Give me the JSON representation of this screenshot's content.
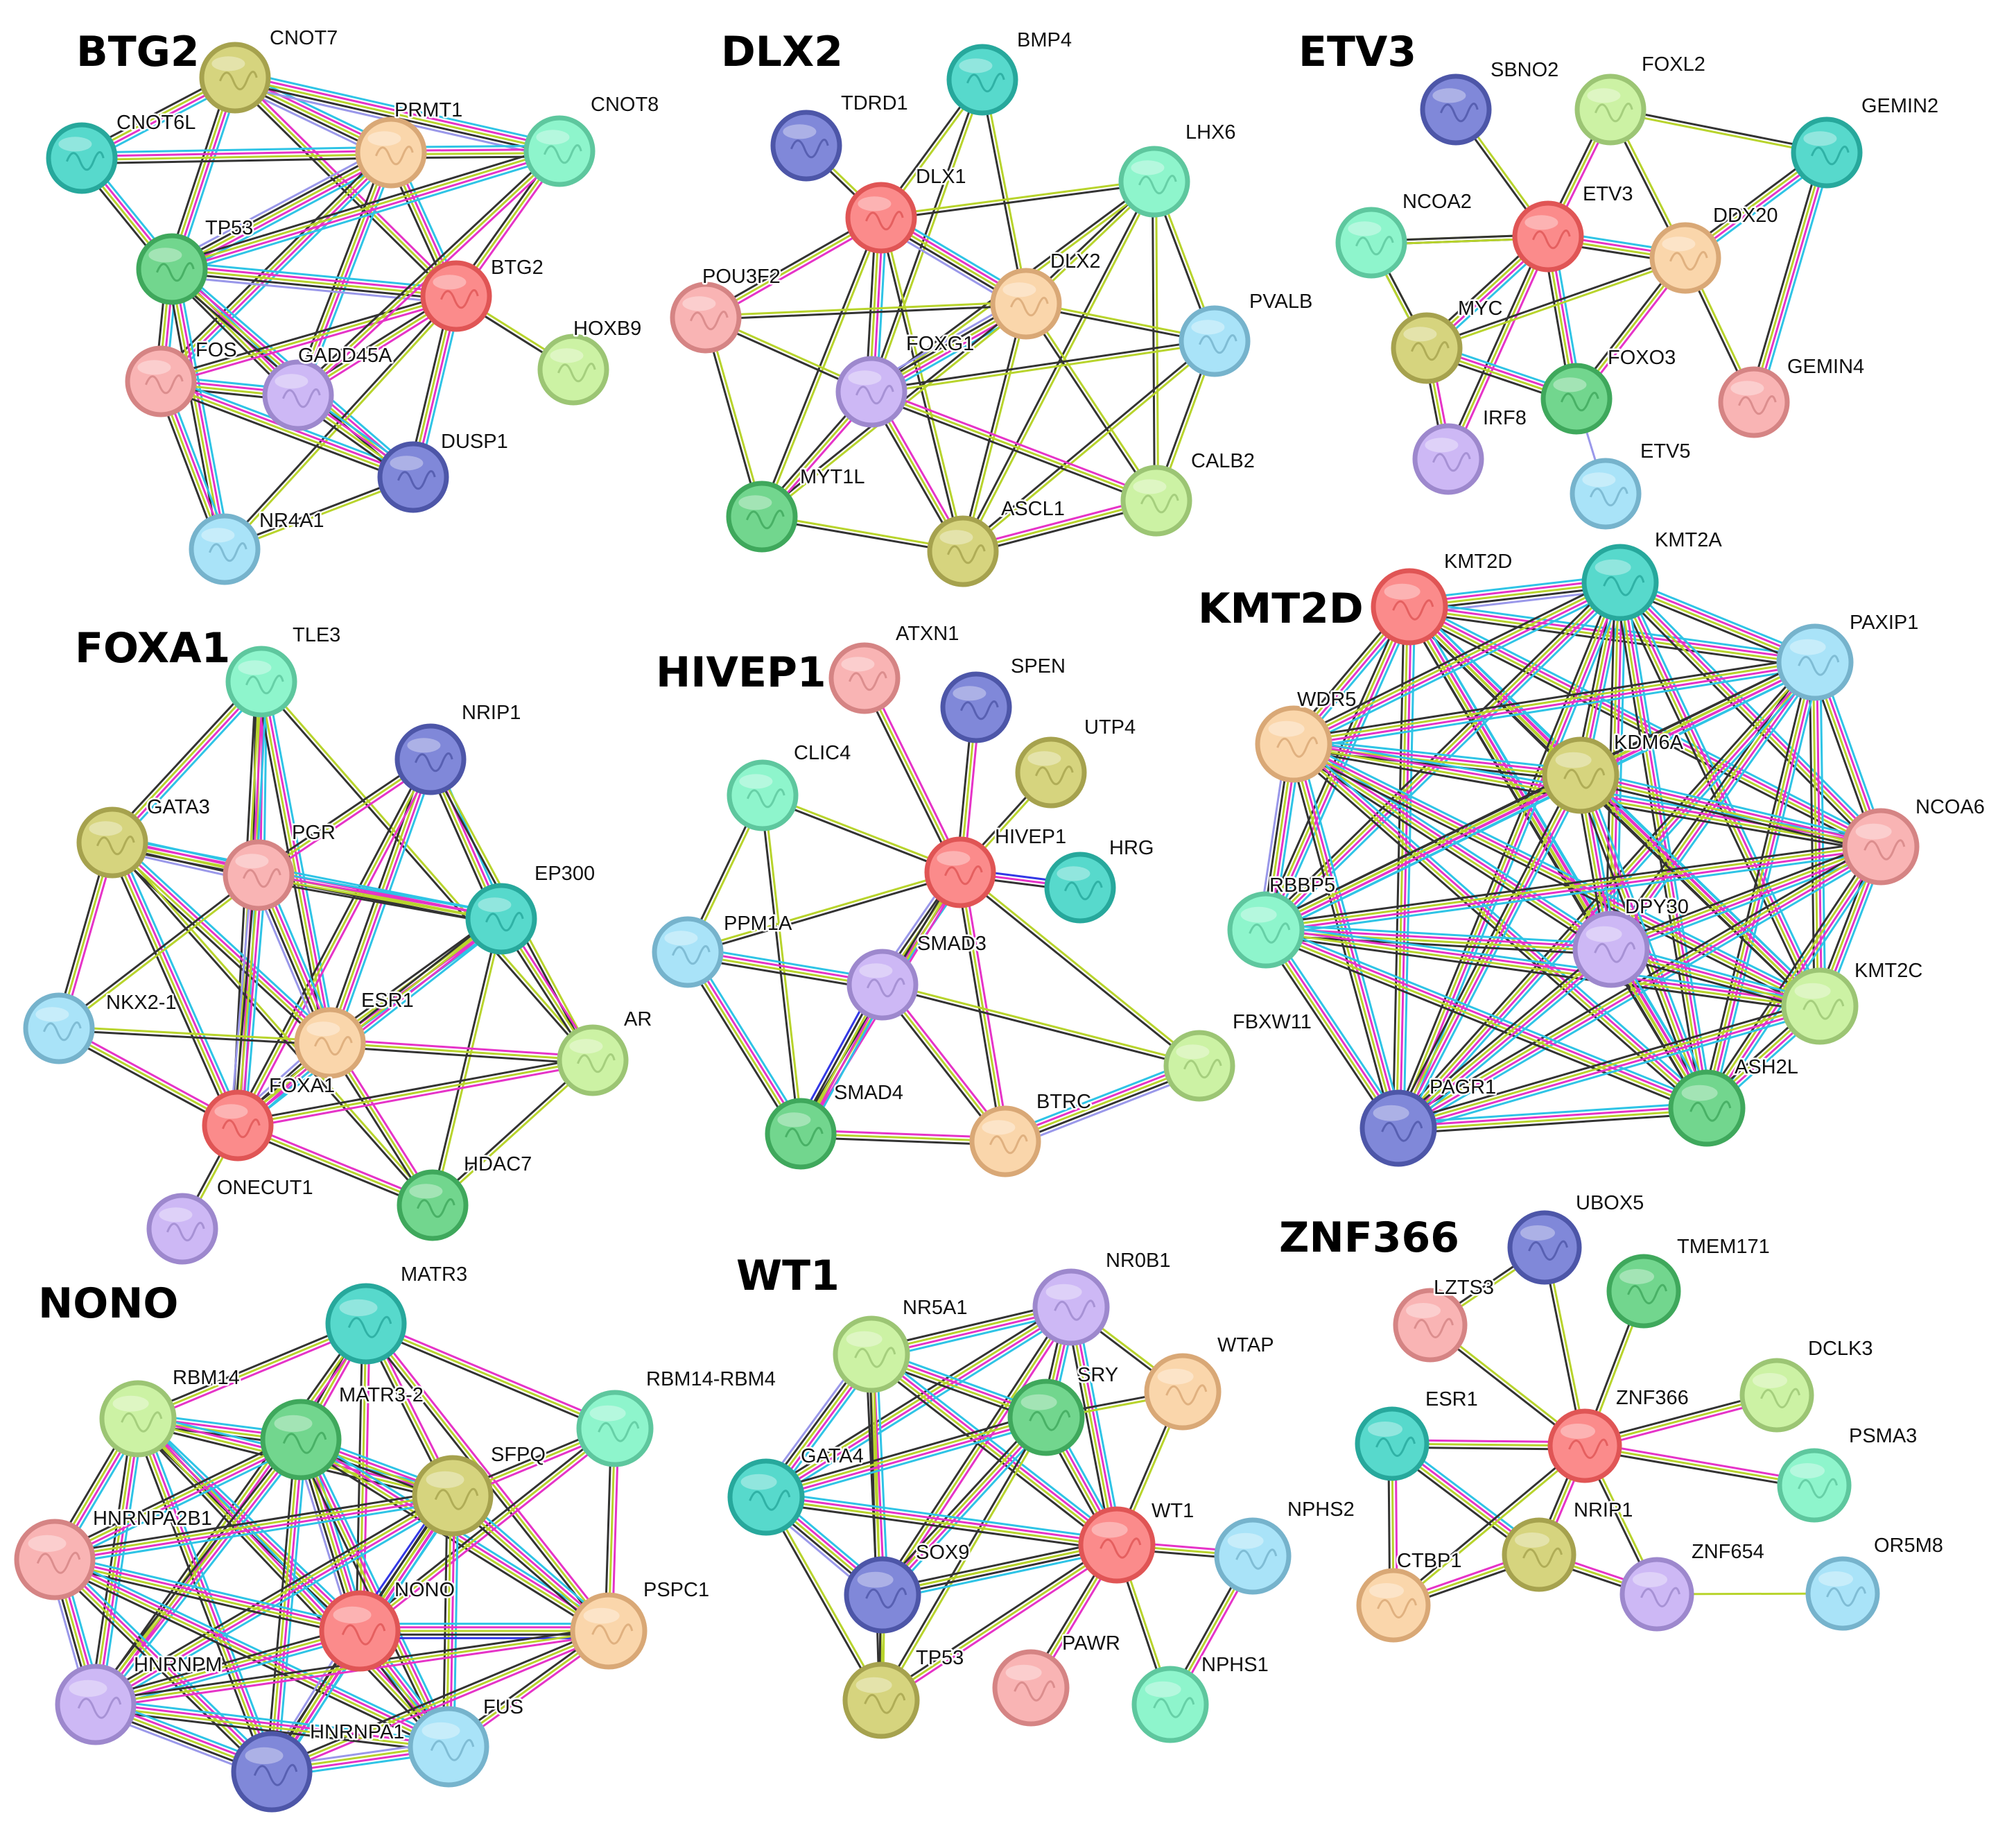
{
  "edge_palette": {
    "cyan": "#2ec4e6",
    "magenta": "#e633c8",
    "olive": "#b8d42c",
    "dark": "#333333",
    "blue": "#3338e6",
    "lavender": "#9a98ea"
  },
  "node_colors": {
    "red": {
      "fill": "#fb8b8b",
      "stroke": "#e05555"
    },
    "olive": {
      "fill": "#d6d47e",
      "stroke": "#a6a24e"
    },
    "teal": {
      "fill": "#57d9cc",
      "stroke": "#27a89c"
    },
    "peach": {
      "fill": "#fad6ab",
      "stroke": "#d9a876"
    },
    "mint": {
      "fill": "#8ef5cc",
      "stroke": "#5ec79e"
    },
    "green": {
      "fill": "#72d68e",
      "stroke": "#3fa85c"
    },
    "pink": {
      "fill": "#f9b4b4",
      "stroke": "#d58484"
    },
    "lavender": {
      "fill": "#cdb8f5",
      "stroke": "#9d88cd"
    },
    "navy": {
      "fill": "#8088d9",
      "stroke": "#4d56a8"
    },
    "sky": {
      "fill": "#a9e3f8",
      "stroke": "#76b3cc"
    },
    "lime": {
      "fill": "#ccf2a4",
      "stroke": "#9cc574"
    }
  },
  "panels": [
    {
      "title": "BTG2",
      "nodes": [
        {
          "label": "CNOT7",
          "color": "olive"
        },
        {
          "label": "CNOT6L",
          "color": "teal"
        },
        {
          "label": "PRMT1",
          "color": "peach"
        },
        {
          "label": "CNOT8",
          "color": "mint"
        },
        {
          "label": "TP53",
          "color": "green"
        },
        {
          "label": "BTG2",
          "color": "red"
        },
        {
          "label": "HOXB9",
          "color": "lime"
        },
        {
          "label": "FOS",
          "color": "pink"
        },
        {
          "label": "GADD45A",
          "color": "lavender"
        },
        {
          "label": "DUSP1",
          "color": "navy"
        },
        {
          "label": "NR4A1",
          "color": "sky"
        }
      ]
    },
    {
      "title": "DLX2",
      "nodes": [
        {
          "label": "BMP4",
          "color": "teal"
        },
        {
          "label": "TDRD1",
          "color": "navy"
        },
        {
          "label": "DLX1",
          "color": "red"
        },
        {
          "label": "LHX6",
          "color": "mint"
        },
        {
          "label": "POU3F2",
          "color": "pink"
        },
        {
          "label": "DLX2",
          "color": "peach"
        },
        {
          "label": "PVALB",
          "color": "sky"
        },
        {
          "label": "FOXG1",
          "color": "lavender"
        },
        {
          "label": "MYT1L",
          "color": "green"
        },
        {
          "label": "ASCL1",
          "color": "olive"
        },
        {
          "label": "CALB2",
          "color": "lime"
        }
      ]
    },
    {
      "title": "ETV3",
      "nodes": [
        {
          "label": "SBNO2",
          "color": "navy"
        },
        {
          "label": "FOXL2",
          "color": "lime"
        },
        {
          "label": "GEMIN2",
          "color": "teal"
        },
        {
          "label": "NCOA2",
          "color": "mint"
        },
        {
          "label": "ETV3",
          "color": "red"
        },
        {
          "label": "DDX20",
          "color": "peach"
        },
        {
          "label": "MYC",
          "color": "olive"
        },
        {
          "label": "FOXO3",
          "color": "green"
        },
        {
          "label": "GEMIN4",
          "color": "pink"
        },
        {
          "label": "IRF8",
          "color": "lavender"
        },
        {
          "label": "ETV5",
          "color": "sky"
        }
      ]
    },
    {
      "title": "FOXA1",
      "nodes": [
        {
          "label": "TLE3",
          "color": "mint"
        },
        {
          "label": "NRIP1",
          "color": "navy"
        },
        {
          "label": "GATA3",
          "color": "olive"
        },
        {
          "label": "PGR",
          "color": "pink"
        },
        {
          "label": "EP300",
          "color": "teal"
        },
        {
          "label": "NKX2-1",
          "color": "sky"
        },
        {
          "label": "ESR1",
          "color": "peach"
        },
        {
          "label": "AR",
          "color": "lime"
        },
        {
          "label": "FOXA1",
          "color": "red"
        },
        {
          "label": "HDAC7",
          "color": "green"
        },
        {
          "label": "ONECUT1",
          "color": "lavender"
        }
      ]
    },
    {
      "title": "HIVEP1",
      "nodes": [
        {
          "label": "ATXN1",
          "color": "pink"
        },
        {
          "label": "SPEN",
          "color": "navy"
        },
        {
          "label": "UTP4",
          "color": "olive"
        },
        {
          "label": "CLIC4",
          "color": "mint"
        },
        {
          "label": "HIVEP1",
          "color": "red"
        },
        {
          "label": "HRG",
          "color": "teal"
        },
        {
          "label": "PPM1A",
          "color": "sky"
        },
        {
          "label": "SMAD3",
          "color": "lavender"
        },
        {
          "label": "FBXW11",
          "color": "lime"
        },
        {
          "label": "SMAD4",
          "color": "green"
        },
        {
          "label": "BTRC",
          "color": "peach"
        }
      ]
    },
    {
      "title": "KMT2D",
      "nodes": [
        {
          "label": "KMT2D",
          "color": "red"
        },
        {
          "label": "KMT2A",
          "color": "teal"
        },
        {
          "label": "PAXIP1",
          "color": "sky"
        },
        {
          "label": "WDR5",
          "color": "peach"
        },
        {
          "label": "KDM6A",
          "color": "olive"
        },
        {
          "label": "NCOA6",
          "color": "pink"
        },
        {
          "label": "RBBP5",
          "color": "mint"
        },
        {
          "label": "DPY30",
          "color": "lavender"
        },
        {
          "label": "KMT2C",
          "color": "lime"
        },
        {
          "label": "PAGR1",
          "color": "navy"
        },
        {
          "label": "ASH2L",
          "color": "green"
        }
      ]
    },
    {
      "title": "NONO",
      "nodes": [
        {
          "label": "MATR3",
          "color": "teal"
        },
        {
          "label": "RBM14",
          "color": "lime"
        },
        {
          "label": "MATR3-2",
          "color": "green"
        },
        {
          "label": "RBM14-RBM4",
          "color": "mint"
        },
        {
          "label": "SFPQ",
          "color": "olive"
        },
        {
          "label": "HNRNPA2B1",
          "color": "pink"
        },
        {
          "label": "NONO",
          "color": "red"
        },
        {
          "label": "PSPC1",
          "color": "peach"
        },
        {
          "label": "HNRNPM",
          "color": "lavender"
        },
        {
          "label": "FUS",
          "color": "sky"
        },
        {
          "label": "HNRNPA1",
          "color": "navy"
        }
      ]
    },
    {
      "title": "WT1",
      "nodes": [
        {
          "label": "NR0B1",
          "color": "lavender"
        },
        {
          "label": "NR5A1",
          "color": "lime"
        },
        {
          "label": "WTAP",
          "color": "peach"
        },
        {
          "label": "SRY",
          "color": "green"
        },
        {
          "label": "GATA4",
          "color": "teal"
        },
        {
          "label": "WT1",
          "color": "red"
        },
        {
          "label": "NPHS2",
          "color": "sky"
        },
        {
          "label": "SOX9",
          "color": "navy"
        },
        {
          "label": "TP53",
          "color": "olive"
        },
        {
          "label": "PAWR",
          "color": "pink"
        },
        {
          "label": "NPHS1",
          "color": "mint"
        }
      ]
    },
    {
      "title": "ZNF366",
      "nodes": [
        {
          "label": "UBOX5",
          "color": "navy"
        },
        {
          "label": "TMEM171",
          "color": "green"
        },
        {
          "label": "LZTS3",
          "color": "pink"
        },
        {
          "label": "DCLK3",
          "color": "lime"
        },
        {
          "label": "ESR1",
          "color": "teal"
        },
        {
          "label": "ZNF366",
          "color": "red"
        },
        {
          "label": "PSMA3",
          "color": "mint"
        },
        {
          "label": "CTBP1",
          "color": "peach"
        },
        {
          "label": "NRIP1",
          "color": "olive"
        },
        {
          "label": "ZNF654",
          "color": "lavender"
        },
        {
          "label": "OR5M8",
          "color": "sky"
        }
      ]
    }
  ]
}
